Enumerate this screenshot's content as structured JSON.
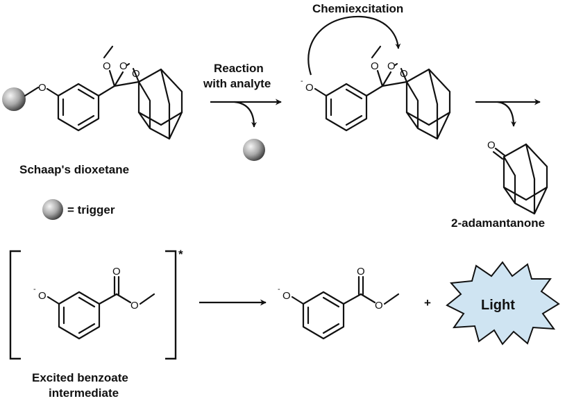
{
  "labels": {
    "schaap": "Schaap's dioxetane",
    "trigger_legend": "= trigger",
    "reaction_line1": "Reaction",
    "reaction_line2": "with analyte",
    "chemiexcitation": "Chemiexcitation",
    "adamantanone": "2-adamantanone",
    "excited_line1": "Excited benzoate",
    "excited_line2": "intermediate",
    "plus": "+",
    "light": "Light",
    "asterisk": "*"
  },
  "atoms": {
    "oxygen": "O",
    "anion": "-"
  },
  "colors": {
    "ink": "#111111",
    "burst_fill": "#cfe4f2",
    "trigger_light": "#f5f5f5",
    "trigger_dark": "#5a5a5a"
  }
}
